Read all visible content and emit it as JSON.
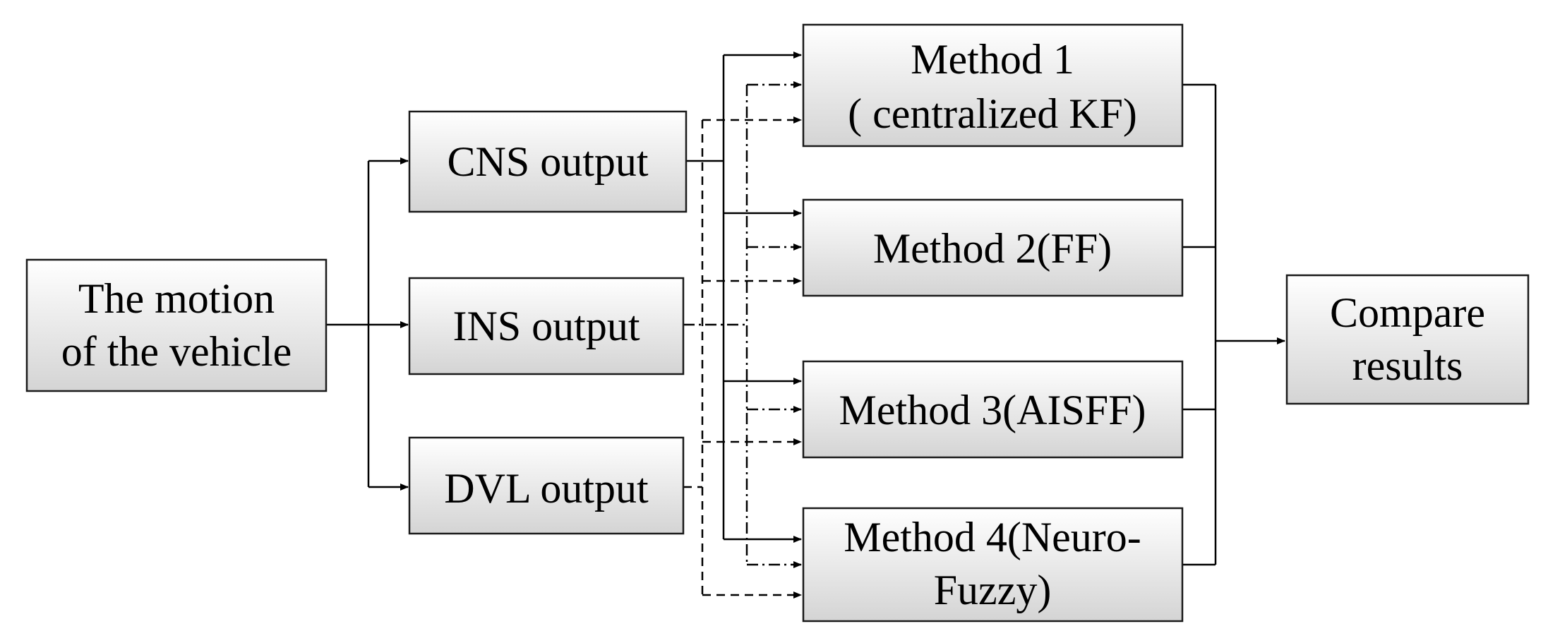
{
  "nodes": {
    "motion": {
      "lines": [
        "The motion",
        "of the vehicle"
      ]
    },
    "cns": {
      "lines": [
        "CNS output"
      ]
    },
    "ins": {
      "lines": [
        "INS output"
      ]
    },
    "dvl": {
      "lines": [
        "DVL output"
      ]
    },
    "m1": {
      "lines": [
        "Method 1",
        "( centralized KF)"
      ]
    },
    "m2": {
      "lines": [
        "Method 2(FF)"
      ]
    },
    "m3": {
      "lines": [
        "Method 3(AISFF)"
      ]
    },
    "m4": {
      "lines": [
        "Method 4(Neuro-",
        "Fuzzy)"
      ]
    },
    "compare": {
      "lines": [
        "Compare",
        "results"
      ]
    }
  },
  "colors": {
    "box_top": "#ffffff",
    "box_bottom": "#d4d4d4",
    "line": "#000000"
  }
}
